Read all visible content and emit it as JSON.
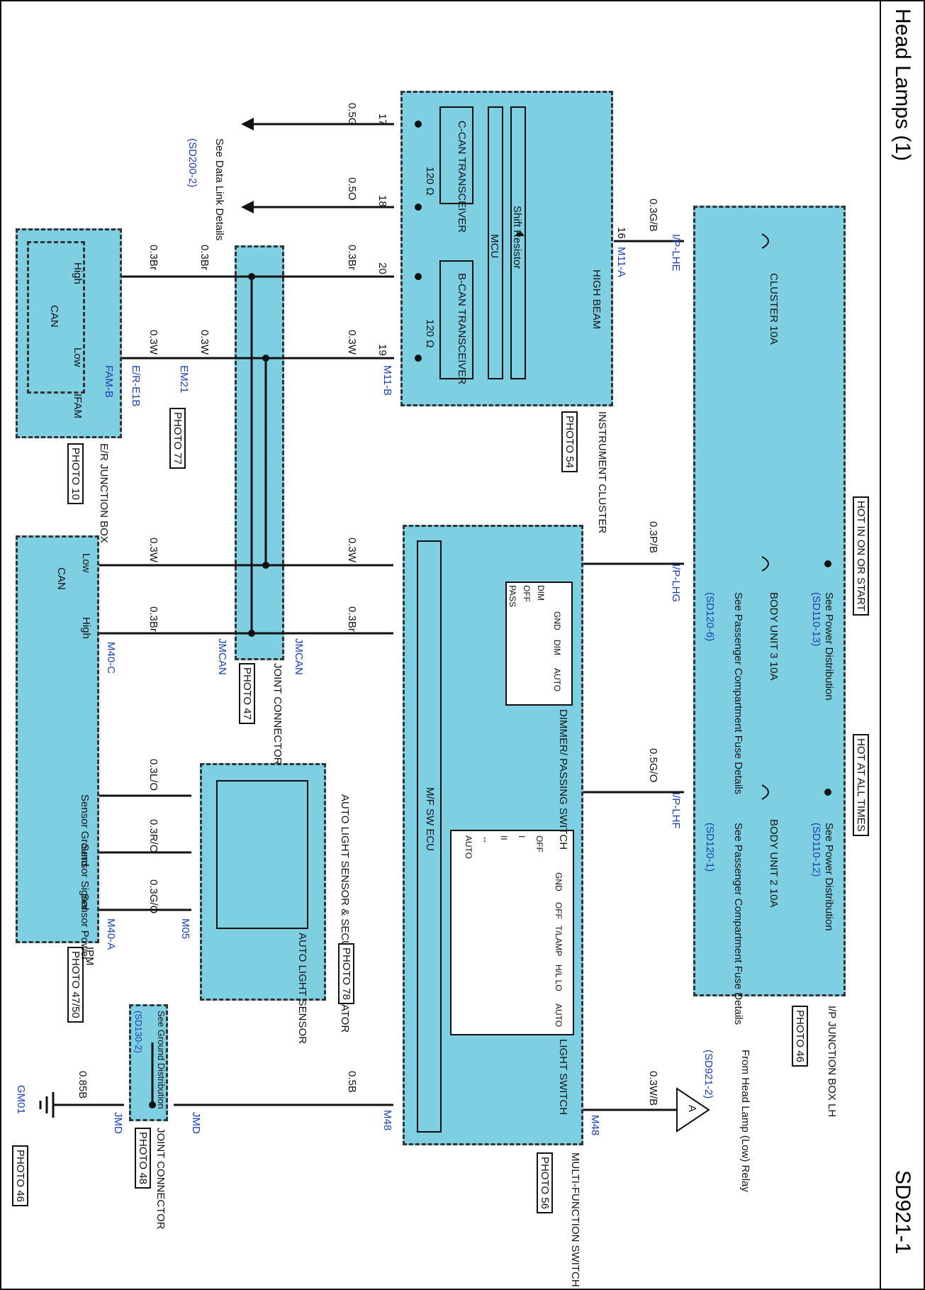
{
  "page": {
    "title": "Head Lamps (1)",
    "code": "SD921-1",
    "hot_run_start": "HOT IN ON OR START",
    "hot_all_times": "HOT AT ALL TIMES"
  },
  "ip_junction": {
    "name": "I/P JUNCTION BOX LH",
    "photo": "PHOTO 46",
    "cluster_fuse": "CLUSTER 10A",
    "body_unit3": "BODY UNIT 3 10A",
    "body_unit2": "BODY UNIT 2 10A",
    "power_dist_note": "See Power Distribution",
    "pd_ref1": "(SD110-13)",
    "pd_ref2": "(SD110-12)",
    "fuse_note": "See Passenger Compartment Fuse Details",
    "fuse_ref1": "(SD120-6)",
    "fuse_ref2": "(SD120-1)"
  },
  "cluster": {
    "name": "INSTRUMENT CLUSTER",
    "photo": "PHOTO 54",
    "c_can": "C-CAN TRANSCEIVER",
    "b_can": "B-CAN TRANSCEIVER",
    "ohm": "120 Ω",
    "shift": "Shift Resistor",
    "mcu": "MCU",
    "high_beam": "HIGH BEAM",
    "pins": {
      "p17": "17",
      "p18": "18",
      "p20": "20",
      "p19": "19",
      "p16": "16"
    },
    "conn_a": "M11-A",
    "conn_b": "M11-B"
  },
  "data_link": {
    "note": "See Data Link Details",
    "ref": "(SD200-2)"
  },
  "wires": {
    "w_0_5g": "0.5G",
    "w_0_5o": "0.5O",
    "w_0_3gb": "0.3G/B",
    "w_0_3br": "0.3Br",
    "w_0_3w": "0.3W",
    "w_0_3pb": "0.3P/B",
    "w_0_5go": "0.5G/O",
    "w_0_3lo": "0.3L/O",
    "w_0_3ro": "0.3R/O",
    "w_0_3go": "0.3G/O",
    "w_0_5b": "0.5B",
    "w_0_85b": "0.85B",
    "w_0_3wb": "0.3W/B"
  },
  "connectors": {
    "ip_lhe": "I/P-LHE",
    "ip_lhg": "I/P-LHG",
    "ip_lhf": "I/P-LHF",
    "fam_b": "FAM-B",
    "er_e1b": "E/R-E1B",
    "em21": "EM21",
    "jmcan": "JMCAN",
    "m40c": "M40-C",
    "m40a": "M40-A",
    "m05": "M05",
    "m48": "M48",
    "jmd": "JMD",
    "gm01": "GM01"
  },
  "er_junction": {
    "name": "E/R JUNCTION BOX",
    "photo": "PHOTO 10",
    "can": "CAN",
    "high": "High",
    "low": "Low",
    "ifam": "IFAM"
  },
  "em21_photo": "PHOTO 77",
  "joint_conn": {
    "name": "JOINT CONNECTOR",
    "photo": "PHOTO 47"
  },
  "ipm": {
    "name": "IPM",
    "photo": "PHOTO 47/50",
    "can": "CAN",
    "low": "Low",
    "high": "High",
    "sensor_ground": "Sensor Ground",
    "sensor_signal": "Sensor Signal",
    "sensor_power": "Sensor Power"
  },
  "auto_light": {
    "name": "AUTO LIGHT SENSOR & SECURITY INDICATOR",
    "photo": "PHOTO 78",
    "inner": "AUTO LIGHT SENSOR"
  },
  "mfs": {
    "name": "MULTI-FUNCTION SWITCH",
    "photo": "PHOTO 56",
    "ecu": "M/F SW ECU",
    "dimmer": "DIMMER/ PASSING SWITCH",
    "light": "LIGHT SWITCH",
    "dim_rows": [
      "DIM",
      "OFF",
      "PASS"
    ],
    "dim_cols": [
      "GND",
      "DIM",
      "AUTO"
    ],
    "light_rows": [
      "OFF",
      "I",
      "II",
      "↔",
      "AUTO"
    ],
    "light_cols": [
      "GND",
      "OFF",
      "T/LAMP",
      "H/L LO",
      "AUTO"
    ]
  },
  "joint_d": {
    "name": "JOINT CONNECTOR",
    "photo": "PHOTO 48",
    "note": "See Ground Distribution",
    "ref": "(SD130-2)"
  },
  "ground_photo": "PHOTO 46",
  "relay": {
    "note": "From Head Lamp (Low) Relay",
    "ref": "(SD921-2)",
    "mark": "A"
  }
}
